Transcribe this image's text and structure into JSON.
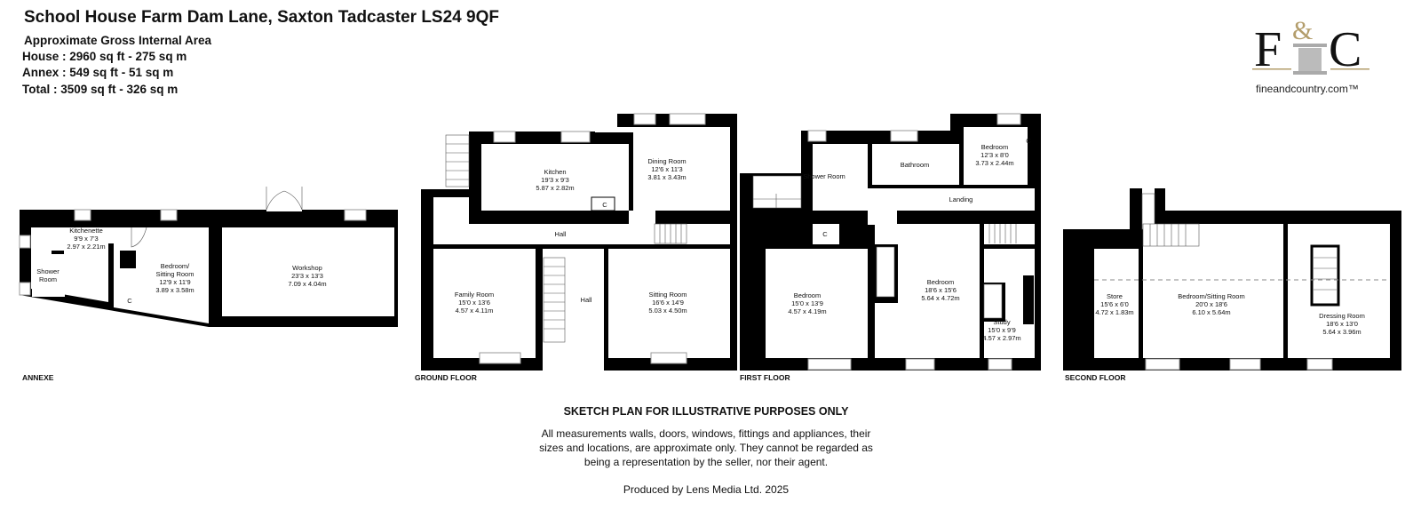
{
  "header": {
    "title": "School House Farm Dam Lane, Saxton Tadcaster LS24 9QF",
    "area_heading": "Approximate Gross Internal Area",
    "house": "House : 2960 sq ft - 275 sq m",
    "annex": "Annex : 549 sq ft - 51 sq m",
    "total": "Total : 3509 sq ft - 326 sq m"
  },
  "logo": {
    "mark": "F&C",
    "url_text": "fineandcountry.com™",
    "gold": "#b39d6b"
  },
  "floors": {
    "annexe": {
      "label": "ANNEXE",
      "rooms": [
        {
          "name": "Kitchenette",
          "imperial": "9'9 x 7'3",
          "metric": "2.97 x 2.21m"
        },
        {
          "name": "Shower",
          "name2": "Room"
        },
        {
          "name": "Bedroom/",
          "name2": "Sitting Room",
          "imperial": "12'9 x 11'9",
          "metric": "3.89 x 3.58m"
        },
        {
          "name": "Workshop",
          "imperial": "23'3 x 13'3",
          "metric": "7.09 x 4.04m"
        },
        {
          "name": "C"
        }
      ]
    },
    "ground": {
      "label": "GROUND FLOOR",
      "rooms": [
        {
          "name": "Kitchen",
          "imperial": "19'3 x 9'3",
          "metric": "5.87 x 2.82m"
        },
        {
          "name": "Dining Room",
          "imperial": "12'6 x 11'3",
          "metric": "3.81 x 3.43m"
        },
        {
          "name": "Hall"
        },
        {
          "name": "Family Room",
          "imperial": "15'0 x 13'6",
          "metric": "4.57 x 4.11m"
        },
        {
          "name": "Hall"
        },
        {
          "name": "Sitting Room",
          "imperial": "16'6 x 14'9",
          "metric": "5.03 x 4.50m"
        },
        {
          "name": "C"
        }
      ]
    },
    "first": {
      "label": "FIRST FLOOR",
      "rooms": [
        {
          "name": "Shower Room"
        },
        {
          "name": "Bathroom"
        },
        {
          "name": "Bedroom",
          "imperial": "12'3 x 8'0",
          "metric": "3.73 x 2.44m"
        },
        {
          "name": "Landing"
        },
        {
          "name": "Bedroom",
          "imperial": "15'0 x 13'9",
          "metric": "4.57 x 4.19m"
        },
        {
          "name": "Bedroom",
          "imperial": "18'6 x 15'6",
          "metric": "5.64 x 4.72m"
        },
        {
          "name": "Study",
          "imperial": "15'0 x 9'9",
          "metric": "4.57 x 2.97m"
        },
        {
          "name": "C"
        },
        {
          "name": "C"
        }
      ]
    },
    "second": {
      "label": "SECOND FLOOR",
      "rooms": [
        {
          "name": "Store",
          "imperial": "15'6 x 6'0",
          "metric": "4.72 x 1.83m"
        },
        {
          "name": "Bedroom/Sitting Room",
          "imperial": "20'0 x 18'6",
          "metric": "6.10 x 5.64m"
        },
        {
          "name": "Dressing Room",
          "imperial": "18'6 x 13'0",
          "metric": "5.64 x 3.96m"
        }
      ]
    }
  },
  "footer": {
    "heading": "SKETCH PLAN FOR ILLUSTRATIVE PURPOSES ONLY",
    "line1": "All measurements walls, doors, windows, fittings and appliances, their",
    "line2": "sizes and locations, are approximate only. They cannot be regarded as",
    "line3": "being a representation by the seller, nor their agent.",
    "credit": "Produced by Lens Media Ltd. 2025"
  }
}
